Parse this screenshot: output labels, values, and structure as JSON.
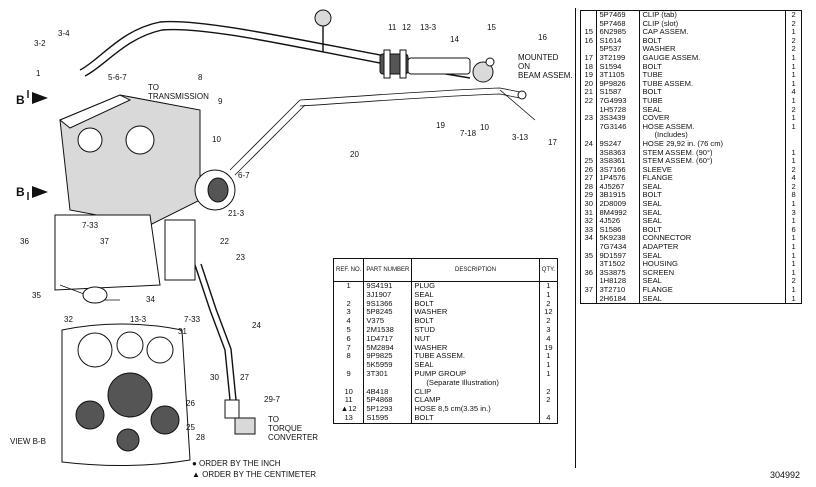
{
  "labels": {
    "b_top": "B",
    "b_bottom": "B",
    "to_transmission": "TO\nTRANSMISSION",
    "mounted_on": "MOUNTED\nON\nBEAM ASSEM.",
    "to_torque": "TO\nTORQUE\nCONVERTER",
    "view_bb": "VIEW B-B",
    "callouts": [
      "3-2",
      "3-4",
      "1",
      "5-6-7",
      "8",
      "9",
      "11",
      "12",
      "13-3",
      "14",
      "15",
      "16",
      "10",
      "6-7",
      "21-3",
      "22",
      "23",
      "7-33",
      "37",
      "36",
      "35",
      "34",
      "13-3",
      "7-33",
      "32",
      "31",
      "30",
      "24",
      "27",
      "29-7",
      "26",
      "25",
      "28",
      "19",
      "20",
      "7-18",
      "10",
      "3-13",
      "17"
    ]
  },
  "legend": {
    "inch": "● ORDER BY THE INCH",
    "centimeter": "▲ ORDER BY THE CENTIMETER"
  },
  "drawing_code": "304992",
  "left_table": {
    "headers": {
      "ref": "REF. NO.",
      "part": "PART NUMBER",
      "desc": "DESCRIPTION",
      "qty": "QTY."
    },
    "rows": [
      {
        "ref": "1",
        "part": "9S4191",
        "desc": "PLUG",
        "qty": "1"
      },
      {
        "ref": "",
        "part": "3J1907",
        "desc": "SEAL",
        "qty": "1"
      },
      {
        "ref": "2",
        "part": "9S1366",
        "desc": "BOLT",
        "qty": "2"
      },
      {
        "ref": "3",
        "part": "5P8245",
        "desc": "WASHER",
        "qty": "12"
      },
      {
        "ref": "4",
        "part": "V375",
        "desc": "BOLT",
        "qty": "2"
      },
      {
        "ref": "5",
        "part": "2M1538",
        "desc": "STUD",
        "qty": "3"
      },
      {
        "ref": "6",
        "part": "1D4717",
        "desc": "NUT",
        "qty": "4"
      },
      {
        "ref": "7",
        "part": "5M2894",
        "desc": "WASHER",
        "qty": "19"
      },
      {
        "ref": "8",
        "part": "9P9825",
        "desc": "TUBE ASSEM.",
        "qty": "1"
      },
      {
        "ref": "",
        "part": "5K5959",
        "desc": "SEAL",
        "qty": "1"
      },
      {
        "ref": "9",
        "part": "3T301",
        "desc": "PUMP GROUP",
        "qty": "1"
      },
      {
        "ref": "",
        "part": "",
        "desc": "(Separate Illustration)",
        "qty": ""
      },
      {
        "ref": "10",
        "part": "4B418",
        "desc": "CLIP",
        "qty": "2"
      },
      {
        "ref": "11",
        "part": "5P4868",
        "desc": "CLAMP",
        "qty": "2"
      },
      {
        "ref": "▲12",
        "part": "5P1293",
        "desc": "HOSE 8,5 cm(3.35 in.)",
        "qty": ""
      },
      {
        "ref": "13",
        "part": "S1595",
        "desc": "BOLT",
        "qty": "4"
      }
    ]
  },
  "right_table": {
    "rows": [
      {
        "ref": "",
        "part": "5P7469",
        "desc": "CLIP (tab)",
        "qty": "2"
      },
      {
        "ref": "",
        "part": "5P7468",
        "desc": "CLIP (slot)",
        "qty": "2"
      },
      {
        "ref": "15",
        "part": "6N2985",
        "desc": "CAP ASSEM.",
        "qty": "1"
      },
      {
        "ref": "16",
        "part": "S1614",
        "desc": "BOLT",
        "qty": "2"
      },
      {
        "ref": "",
        "part": "5P537",
        "desc": "WASHER",
        "qty": "2"
      },
      {
        "ref": "17",
        "part": "3T2199",
        "desc": "GAUGE ASSEM.",
        "qty": "1"
      },
      {
        "ref": "18",
        "part": "S1594",
        "desc": "BOLT",
        "qty": "1"
      },
      {
        "ref": "19",
        "part": "3T1105",
        "desc": "TUBE",
        "qty": "1"
      },
      {
        "ref": "20",
        "part": "9P9826",
        "desc": "TUBE ASSEM.",
        "qty": "1"
      },
      {
        "ref": "21",
        "part": "S1587",
        "desc": "BOLT",
        "qty": "4"
      },
      {
        "ref": "22",
        "part": "7G4993",
        "desc": "TUBE",
        "qty": "1"
      },
      {
        "ref": "",
        "part": "1H5728",
        "desc": "SEAL",
        "qty": "2"
      },
      {
        "ref": "23",
        "part": "3S3439",
        "desc": "COVER",
        "qty": "1"
      },
      {
        "ref": "",
        "part": "7G3146",
        "desc": "HOSE ASSEM.",
        "qty": "1"
      },
      {
        "ref": "",
        "part": "",
        "desc": "(Includes)",
        "qty": ""
      },
      {
        "ref": "24",
        "part": "9S247",
        "desc": "HOSE 29,92 in. (76 cm)",
        "qty": ""
      },
      {
        "ref": "",
        "part": "3S8363",
        "desc": "STEM ASSEM. (90°)",
        "qty": "1"
      },
      {
        "ref": "25",
        "part": "3S8361",
        "desc": "STEM ASSEM. (60°)",
        "qty": "1"
      },
      {
        "ref": "26",
        "part": "3S7166",
        "desc": "SLEEVE",
        "qty": "2"
      },
      {
        "ref": "27",
        "part": "1P4576",
        "desc": "FLANGE",
        "qty": "4"
      },
      {
        "ref": "28",
        "part": "4J5267",
        "desc": "SEAL",
        "qty": "2"
      },
      {
        "ref": "29",
        "part": "3B1915",
        "desc": "BOLT",
        "qty": "8"
      },
      {
        "ref": "30",
        "part": "2D8009",
        "desc": "SEAL",
        "qty": "1"
      },
      {
        "ref": "31",
        "part": "8M4992",
        "desc": "SEAL",
        "qty": "3"
      },
      {
        "ref": "32",
        "part": "4J526",
        "desc": "SEAL",
        "qty": "1"
      },
      {
        "ref": "33",
        "part": "S1586",
        "desc": "BOLT",
        "qty": "6"
      },
      {
        "ref": "34",
        "part": "5K9238",
        "desc": "CONNECTOR",
        "qty": "1"
      },
      {
        "ref": "",
        "part": "7G7434",
        "desc": "ADAPTER",
        "qty": "1"
      },
      {
        "ref": "35",
        "part": "9D1597",
        "desc": "SEAL",
        "qty": "1"
      },
      {
        "ref": "",
        "part": "3T1502",
        "desc": "HOUSING",
        "qty": "1"
      },
      {
        "ref": "36",
        "part": "3S3875",
        "desc": "SCREEN",
        "qty": "1"
      },
      {
        "ref": "",
        "part": "1H8128",
        "desc": "SEAL",
        "qty": "2"
      },
      {
        "ref": "37",
        "part": "3T2710",
        "desc": "FLANGE",
        "qty": "1"
      },
      {
        "ref": "",
        "part": "2H6184",
        "desc": "SEAL",
        "qty": "1"
      }
    ]
  }
}
